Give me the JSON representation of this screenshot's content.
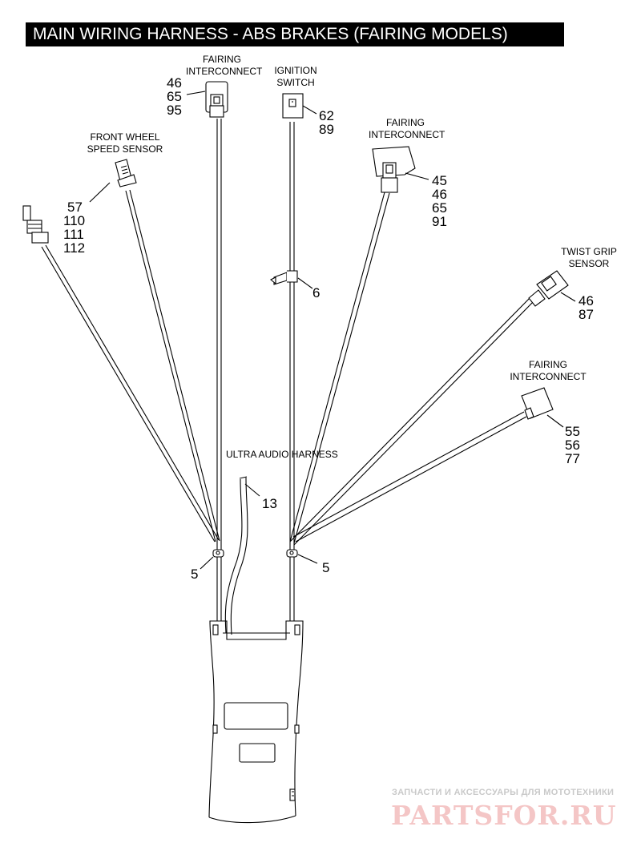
{
  "title": "MAIN WIRING HARNESS - ABS BRAKES (FAIRING MODELS)",
  "labels": {
    "fairing_top": "FAIRING\nINTERCONNECT",
    "ignition": "IGNITION\nSWITCH",
    "fairing_mid": "FAIRING\nINTERCONNECT",
    "front_wheel": "FRONT WHEEL\nSPEED SENSOR",
    "twist_grip": "TWIST GRIP\nSENSOR",
    "fairing_low": "FAIRING\nINTERCONNECT",
    "ultra_audio": "ULTRA AUDIO HARNESS"
  },
  "callouts": {
    "fairing_top": [
      "46",
      "65",
      "95"
    ],
    "ignition": [
      "62",
      "89"
    ],
    "fairing_mid": [
      "45",
      "46",
      "65",
      "91"
    ],
    "front_wheel": [
      "57"
    ],
    "antenna": [
      "110",
      "111",
      "112"
    ],
    "clip": "6",
    "twist_grip": [
      "46",
      "87"
    ],
    "fairing_low": [
      "55",
      "56",
      "77"
    ],
    "audio": "13",
    "tie_left": "5",
    "tie_right": "5"
  },
  "watermark": {
    "tagline": "ЗАПЧАСТИ И АКСЕССУАРЫ ДЛЯ МОТОТЕХНИКИ",
    "logo": "PARTSFOR.RU"
  }
}
